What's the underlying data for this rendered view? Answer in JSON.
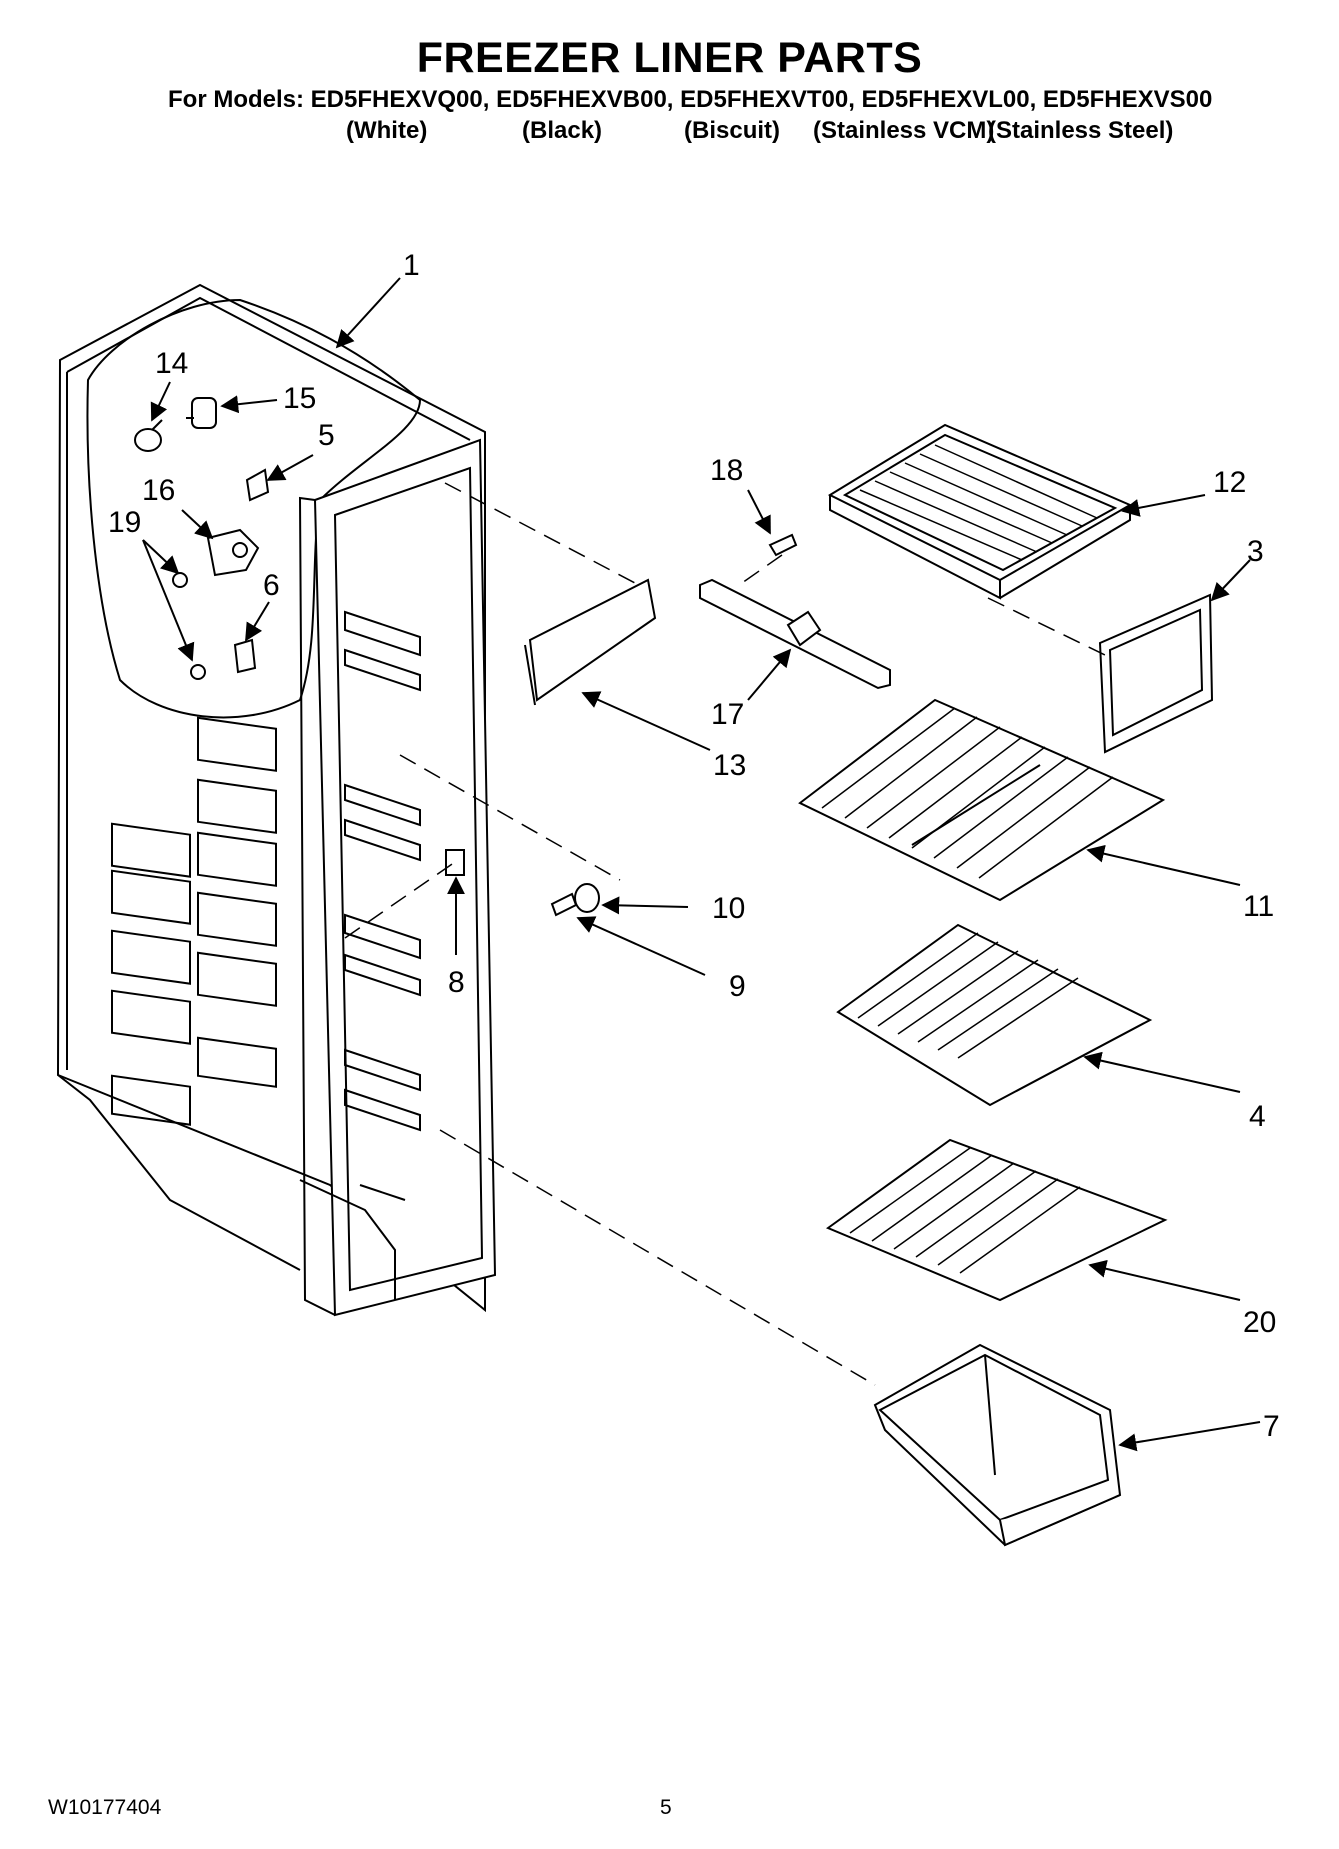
{
  "header": {
    "title": "FREEZER LINER PARTS",
    "models_line": "For Models: ED5FHEXVQ00, ED5FHEXVB00, ED5FHEXVT00, ED5FHEXVL00, ED5FHEXVS00",
    "colors": [
      "(White)",
      "(Black)",
      "(Biscuit)",
      "(Stainless VCM)",
      "(Stainless Steel)"
    ]
  },
  "callouts": [
    "1",
    "14",
    "15",
    "5",
    "16",
    "19",
    "6",
    "18",
    "12",
    "3",
    "17",
    "13",
    "11",
    "10",
    "9",
    "8",
    "4",
    "20",
    "7"
  ],
  "footer": {
    "doc_number": "W10177404",
    "page_number": "5"
  }
}
